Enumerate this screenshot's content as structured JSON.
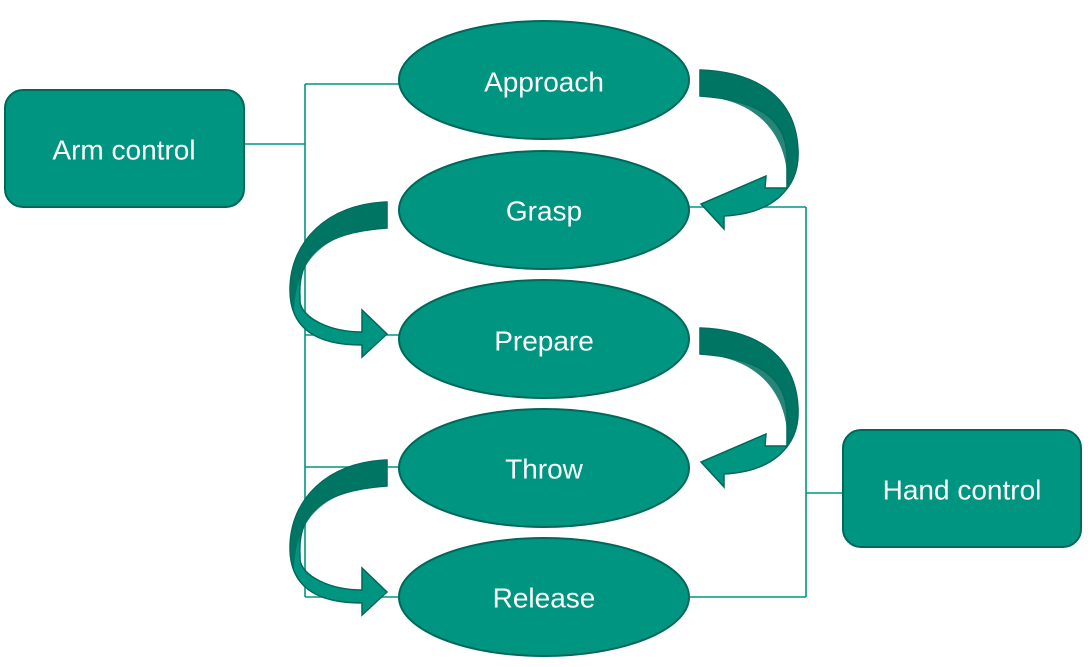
{
  "colors": {
    "node_fill": "#009580",
    "node_stroke": "#00685a",
    "arrow_fill": "#009580",
    "arrow_shade": "#00705f",
    "connector": "#009580",
    "label": "#ffffff"
  },
  "controllers": {
    "arm": {
      "label": "Arm control"
    },
    "hand": {
      "label": "Hand control"
    }
  },
  "phases": [
    {
      "label": "Approach"
    },
    {
      "label": "Grasp"
    },
    {
      "label": "Prepare"
    },
    {
      "label": "Throw"
    },
    {
      "label": "Release"
    }
  ]
}
